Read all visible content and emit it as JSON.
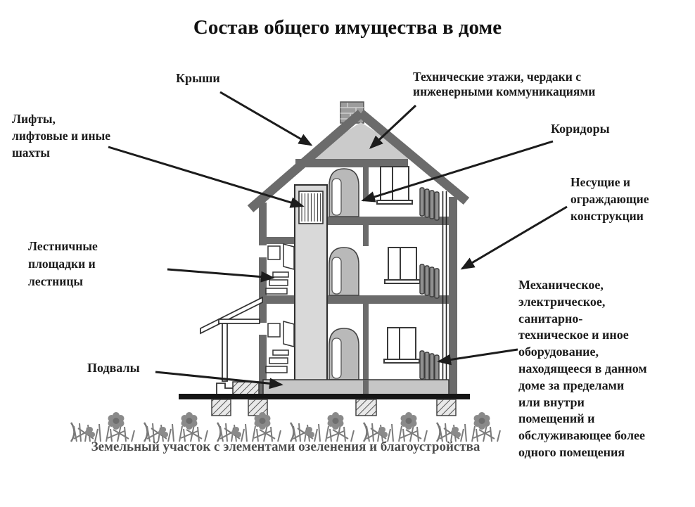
{
  "title": "Состав общего имущества в доме",
  "labels": {
    "roofs": "Крыши",
    "tech_floors": "Технические этажи, чердаки с\nинженерными коммуникациями",
    "elevators": "Лифты,\nлифтовые и иные\nшахты",
    "corridors": "Коридоры",
    "bearing": "Несущие и\nограждающие\nконструкции",
    "stairs": "Лестничные\nплощадки и\nлестницы",
    "basements": "Подвалы",
    "equipment": "Механическое,\nэлектрическое,\nсанитарно-\nтехническое и иное\nоборудование,\nнаходящееся в данном\nдоме за пределами\nили внутри\nпомещений и\nобслуживающее более\nодного помещения",
    "land": "Земельный участок с элементами озеленения и благоустройства"
  },
  "colors": {
    "text": "#1b1b1b",
    "caption_text": "#4d4d4d",
    "structure_gray": "#6b6b6b",
    "attic_fill": "#cbcbcb",
    "shaft_fill": "#d9d9d9",
    "arch_fill": "#b9b9b9",
    "basement_fill": "#c6c6c6",
    "radiator_fill": "#8f8f8f",
    "arrow_black": "#1c1c1c",
    "grass_gray": "#7b7b7b",
    "background": "#ffffff"
  }
}
